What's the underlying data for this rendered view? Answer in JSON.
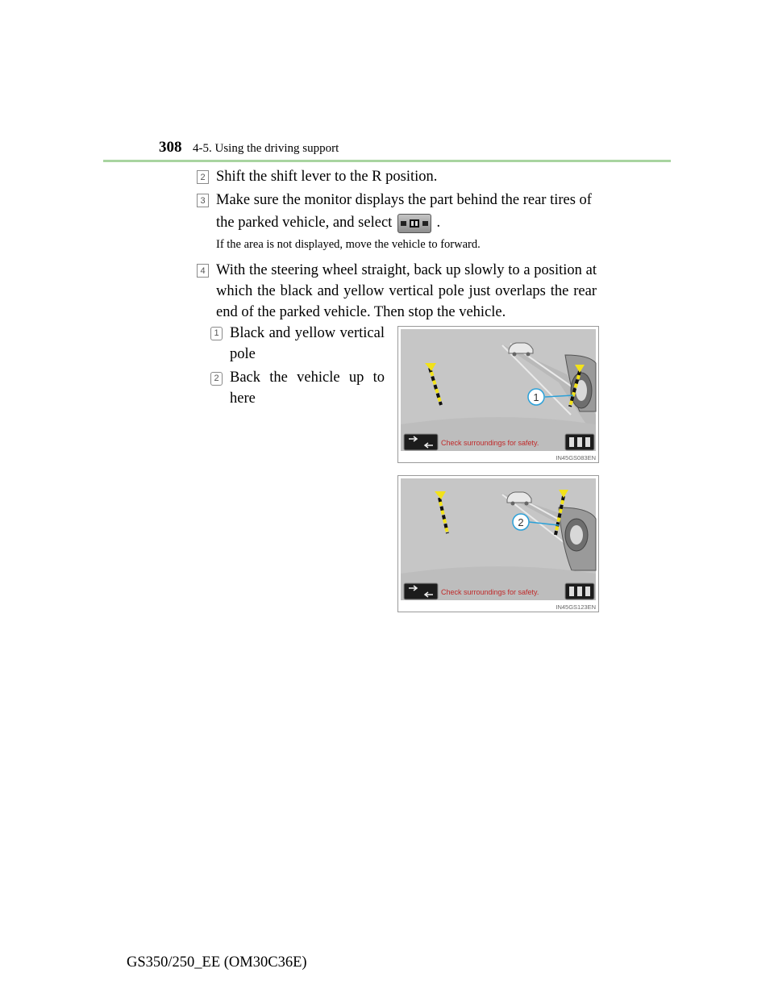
{
  "header": {
    "page_number": "308",
    "section_title": "4-5. Using the driving support"
  },
  "steps": [
    {
      "number": "2",
      "text": "Shift the shift lever to the R position."
    },
    {
      "number": "3",
      "text_line1": "Make sure the monitor displays the part behind the rear tires of",
      "text_line2_a": "the parked vehicle, and select",
      "text_line2_b": ".",
      "note": "If the area is not displayed, move the vehicle to forward.",
      "inline_icon": "camera-view-button-icon"
    },
    {
      "number": "4",
      "text": "With the steering wheel straight, back up slowly to a position at which the black and yellow vertical pole just overlaps the rear end of the parked vehicle. Then stop the vehicle."
    }
  ],
  "callouts": [
    {
      "number": "1",
      "text": "Black and yellow vertical pole"
    },
    {
      "number": "2",
      "text": "Back the vehicle up to here"
    }
  ],
  "figures": [
    {
      "code": "IN45GS083EN",
      "callout_label": "1",
      "message": "Check surroundings for safety."
    },
    {
      "code": "IN45GS123EN",
      "callout_label": "2",
      "message": "Check surroundings for safety."
    }
  ],
  "colors": {
    "rule": "#a8d4a0",
    "screen_bg": "#c6c6c6",
    "pole_yellow": "#f2e21a",
    "message_red": "#c02a2a",
    "callout_line": "#2aa0d8"
  },
  "footer": {
    "model_code": "GS350/250_EE (OM30C36E)"
  }
}
